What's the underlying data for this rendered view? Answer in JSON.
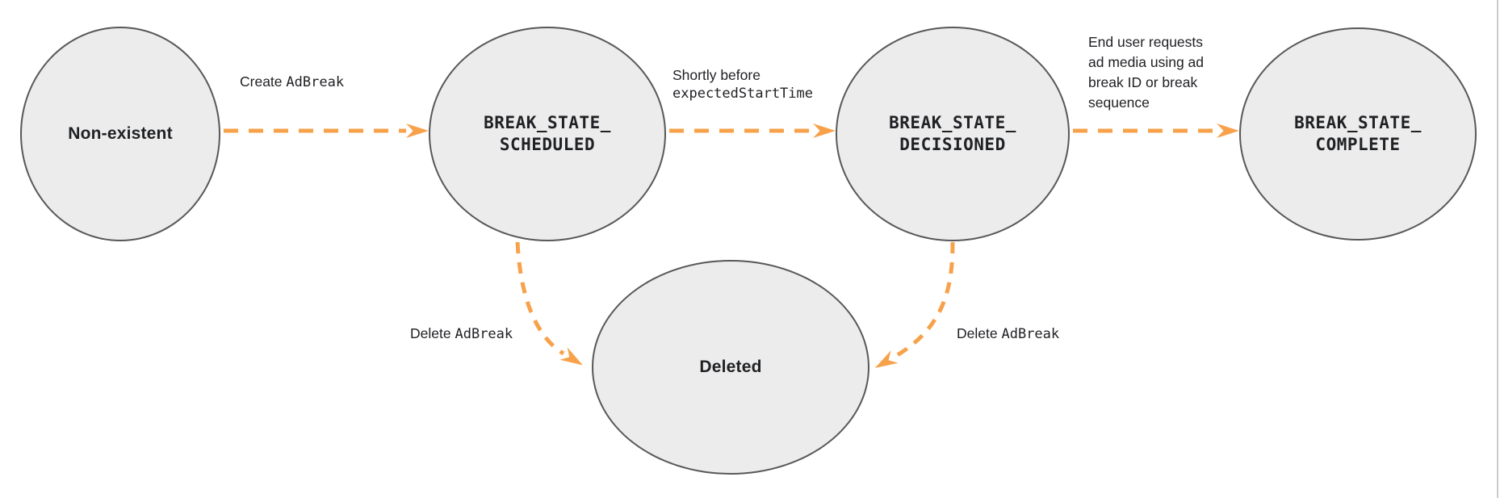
{
  "diagram": {
    "type": "state-transition-diagram",
    "states": {
      "non_existent": {
        "label": "Non-existent"
      },
      "scheduled": {
        "line1": "BREAK_STATE_",
        "line2": "SCHEDULED"
      },
      "decisioned": {
        "line1": "BREAK_STATE_",
        "line2": "DECISIONED"
      },
      "complete": {
        "line1": "BREAK_STATE_",
        "line2": "COMPLETE"
      },
      "deleted": {
        "label": "Deleted"
      }
    },
    "transitions": {
      "create": {
        "from": "Non-existent",
        "to": "BREAK_STATE_SCHEDULED",
        "sans": "Create",
        "mono": "AdBreak"
      },
      "shortly": {
        "from": "BREAK_STATE_SCHEDULED",
        "to": "BREAK_STATE_DECISIONED",
        "line1_sans": "Shortly before",
        "line2_mono": "expectedStartTime"
      },
      "end_user": {
        "from": "BREAK_STATE_DECISIONED",
        "to": "BREAK_STATE_COMPLETE",
        "lines": [
          "End user requests",
          "ad media using ad",
          "break ID or break",
          "sequence"
        ]
      },
      "delete_left": {
        "from": "BREAK_STATE_SCHEDULED",
        "to": "Deleted",
        "sans": "Delete",
        "mono": "AdBreak"
      },
      "delete_right": {
        "from": "BREAK_STATE_DECISIONED",
        "to": "Deleted",
        "sans": "Delete",
        "mono": "AdBreak"
      }
    },
    "colors": {
      "arrow": "#F7A24B",
      "state_fill": "#ECECEC",
      "state_border": "#58585A",
      "text": "#202124",
      "divider": "#CCCCCC"
    }
  }
}
